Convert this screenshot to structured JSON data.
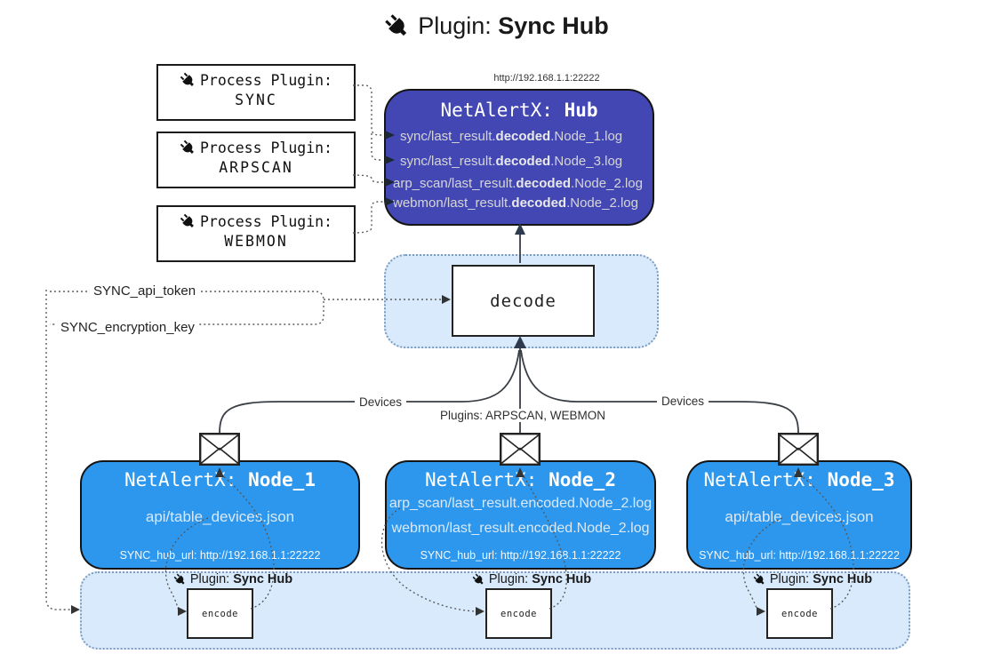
{
  "title": {
    "prefix": "Plugin:",
    "name": "Sync Hub"
  },
  "hub": {
    "url": "http://192.168.1.1:22222",
    "title_prefix": "NetAlertX:",
    "title_name": "Hub",
    "lines": [
      {
        "pre": "sync/last_result.",
        "bold": "decoded",
        "post": ".Node_1.log"
      },
      {
        "pre": "sync/last_result.",
        "bold": "decoded",
        "post": ".Node_3.log"
      },
      {
        "pre": "arp_scan/last_result.",
        "bold": "decoded",
        "post": ".Node_2.log"
      },
      {
        "pre": "webmon/last_result.",
        "bold": "decoded",
        "post": ".Node_2.log"
      }
    ]
  },
  "process_plugins": [
    {
      "label": "Process Plugin:",
      "name": "SYNC"
    },
    {
      "label": "Process Plugin:",
      "name": "ARPSCAN"
    },
    {
      "label": "Process Plugin:",
      "name": "WEBMON"
    }
  ],
  "settings": {
    "api_token": "SYNC_api_token",
    "encryption_key": "SYNC_encryption_key"
  },
  "decode": {
    "label": "decode"
  },
  "edges": {
    "devices_left": "Devices",
    "plugins_middle": "Plugins: ARPSCAN, WEBMON",
    "devices_right": "Devices"
  },
  "nodes": [
    {
      "title_prefix": "NetAlertX:",
      "title_name": "Node_1",
      "lines": [
        "api/table_devices.json"
      ],
      "hub_url": "SYNC_hub_url: http://192.168.1.1:22222"
    },
    {
      "title_prefix": "NetAlertX:",
      "title_name": "Node_2",
      "lines": [
        "arp_scan/last_result.encoded.Node_2.log",
        "webmon/last_result.encoded.Node_2.log"
      ],
      "hub_url": "SYNC_hub_url: http://192.168.1.1:22222"
    },
    {
      "title_prefix": "NetAlertX:",
      "title_name": "Node_3",
      "lines": [
        "api/table_devices.json"
      ],
      "hub_url": "SYNC_hub_url: http://192.168.1.1:22222"
    }
  ],
  "encoders": [
    {
      "label_prefix": "Plugin:",
      "label_name": "Sync Hub",
      "box_label": "encode"
    },
    {
      "label_prefix": "Plugin:",
      "label_name": "Sync Hub",
      "box_label": "encode"
    },
    {
      "label_prefix": "Plugin:",
      "label_name": "Sync Hub",
      "box_label": "encode"
    }
  ],
  "icons": {
    "plug": "plug-icon",
    "envelope": "envelope-icon"
  },
  "colors": {
    "hub_fill": "#4347b4",
    "node_fill": "#2d97ee",
    "panel_fill": "#d8eafb",
    "line": "#3a3f46",
    "arrowhead": "#2e3b4e"
  }
}
